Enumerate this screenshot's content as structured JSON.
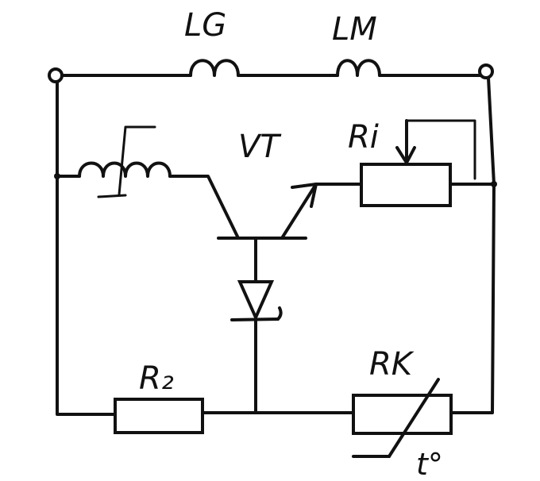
{
  "labels": {
    "lg": "LG",
    "lm": "LM",
    "vt": "VT",
    "ri": "Ri",
    "r2": "R₂",
    "rk": "RK",
    "temperature": "t°"
  }
}
